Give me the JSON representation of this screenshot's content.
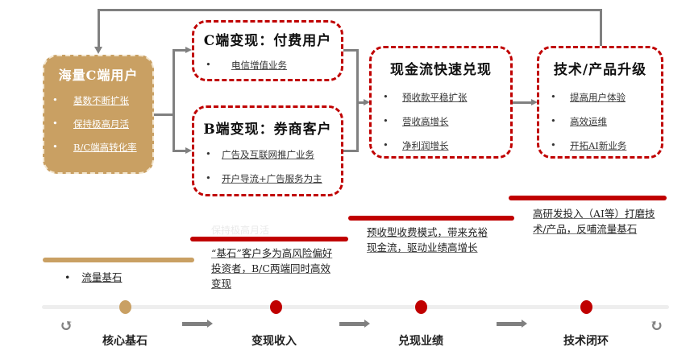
{
  "core": {
    "title": "海量C端用户",
    "items": [
      "基数不断扩张",
      "保持极高月活",
      "B/C端高转化率"
    ]
  },
  "c_side": {
    "title": "C端变现：付费用户",
    "items": [
      "电信增值业务"
    ]
  },
  "b_side": {
    "title": "B端变现：券商客户",
    "items": [
      "广告及互联网推广业务",
      "开户导流+广告服务为主"
    ]
  },
  "cash": {
    "title": "现金流快速兑现",
    "items": [
      "预收款平稳扩张",
      "营收高增长",
      "净利润增长"
    ]
  },
  "tech": {
    "title": "技术/产品升级",
    "items": [
      "提高用户体验",
      "高效运维",
      "开拓AI新业务"
    ]
  },
  "notes": {
    "core_bullet": "流量基石",
    "ghost": "保持极高月活",
    "monetize": "“基石”客户多为高风险偏好投资者，B/C两端同时高效变现",
    "cash": "预收型收费模式，带来充裕现金流，驱动业绩高增长",
    "tech": "高研发投入（AI等）打磨技术/产品，反哺流量基石"
  },
  "timeline": {
    "stages": [
      "核心基石",
      "变现收入",
      "兑现业绩",
      "技术闭环"
    ]
  },
  "colors": {
    "red": "#c00000",
    "tan": "#c9a063",
    "gray": "#808080"
  },
  "bullet": "•"
}
